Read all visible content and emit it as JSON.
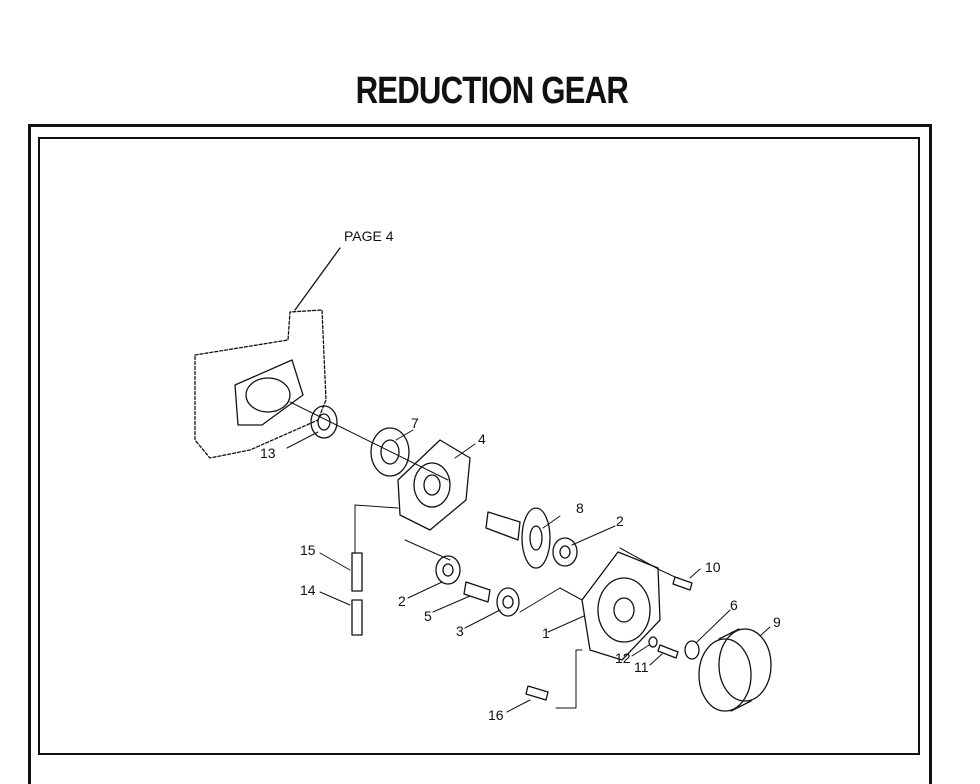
{
  "title": "REDUCTION GEAR",
  "page_ref": "PAGE 4",
  "callouts": {
    "p1": "1",
    "p2a": "2",
    "p2b": "2",
    "p3": "3",
    "p4": "4",
    "p5": "5",
    "p6": "6",
    "p7": "7",
    "p8": "8",
    "p9": "9",
    "p10": "10",
    "p11": "11",
    "p12": "12",
    "p13": "13",
    "p14": "14",
    "p15": "15",
    "p16": "16"
  }
}
